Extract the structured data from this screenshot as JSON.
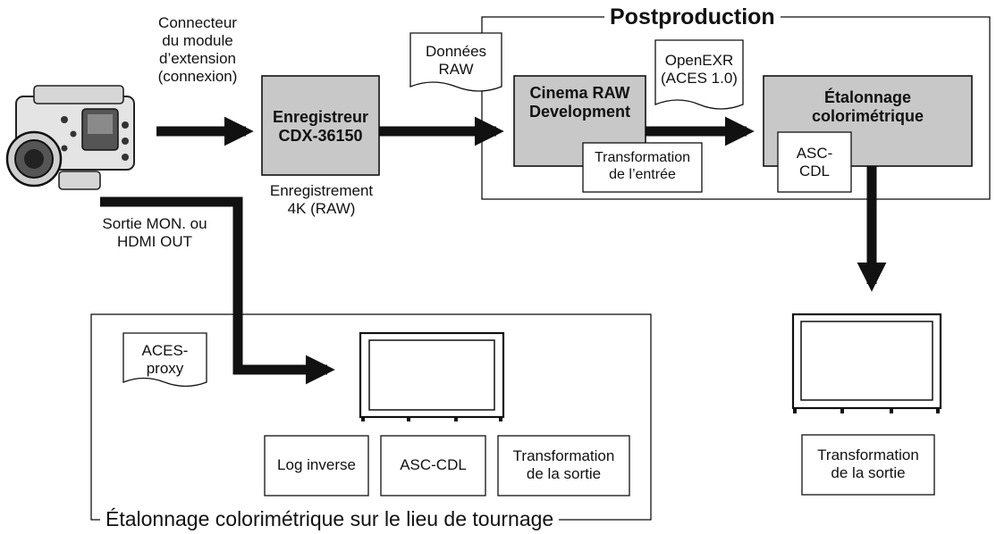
{
  "postproduction": {
    "title": "Postproduction",
    "raw_doc": [
      "Données",
      "RAW"
    ],
    "exr_doc": [
      "OpenEXR",
      "(ACES 1.0)"
    ],
    "cinema_raw": [
      "Cinema RAW",
      "Development"
    ],
    "input_transform": [
      "Transformation",
      "de l’entrée"
    ],
    "grading": [
      "Étalonnage",
      "colorimétrique"
    ],
    "asc_cdl": [
      "ASC-",
      "CDL"
    ]
  },
  "camera": {
    "connector_label": [
      "Connecteur",
      "du module",
      "d’extension",
      "(connexion)"
    ],
    "output_label": [
      "Sortie MON. ou",
      "HDMI OUT"
    ]
  },
  "recorder": {
    "name": [
      "Enregistreur",
      "CDX-36150"
    ],
    "caption": [
      "Enregistrement",
      "4K (RAW)"
    ]
  },
  "onset": {
    "title": "Étalonnage colorimétrique sur le lieu de tournage",
    "proxy_doc": [
      "ACES-",
      "proxy"
    ],
    "log_inverse": "Log inverse",
    "asc_cdl": "ASC-CDL",
    "output_transform": [
      "Transformation",
      "de la sortie"
    ]
  },
  "post_monitor": {
    "output_transform": [
      "Transformation",
      "de la sortie"
    ]
  },
  "colors": {
    "gray_box": "#c8c8c8",
    "arrow": "#111111",
    "line": "#000000"
  }
}
